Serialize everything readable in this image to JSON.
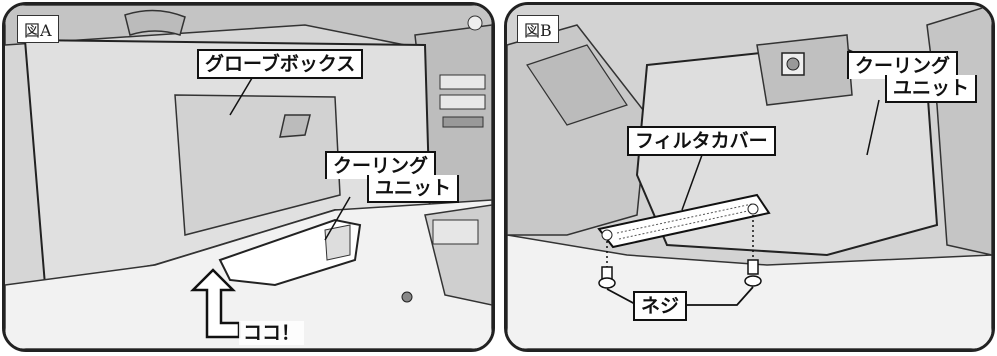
{
  "figure_a": {
    "label": "図A",
    "glove_box_label": "グローブボックス",
    "cooling_unit_line1": "クーリング",
    "cooling_unit_line2": "ユニット",
    "here_label": "ココ！"
  },
  "figure_b": {
    "label": "図B",
    "cooling_unit_line1": "クーリング",
    "cooling_unit_line2": "ユニット",
    "filter_cover_label": "フィルタカバー",
    "screw_label": "ネジ"
  }
}
